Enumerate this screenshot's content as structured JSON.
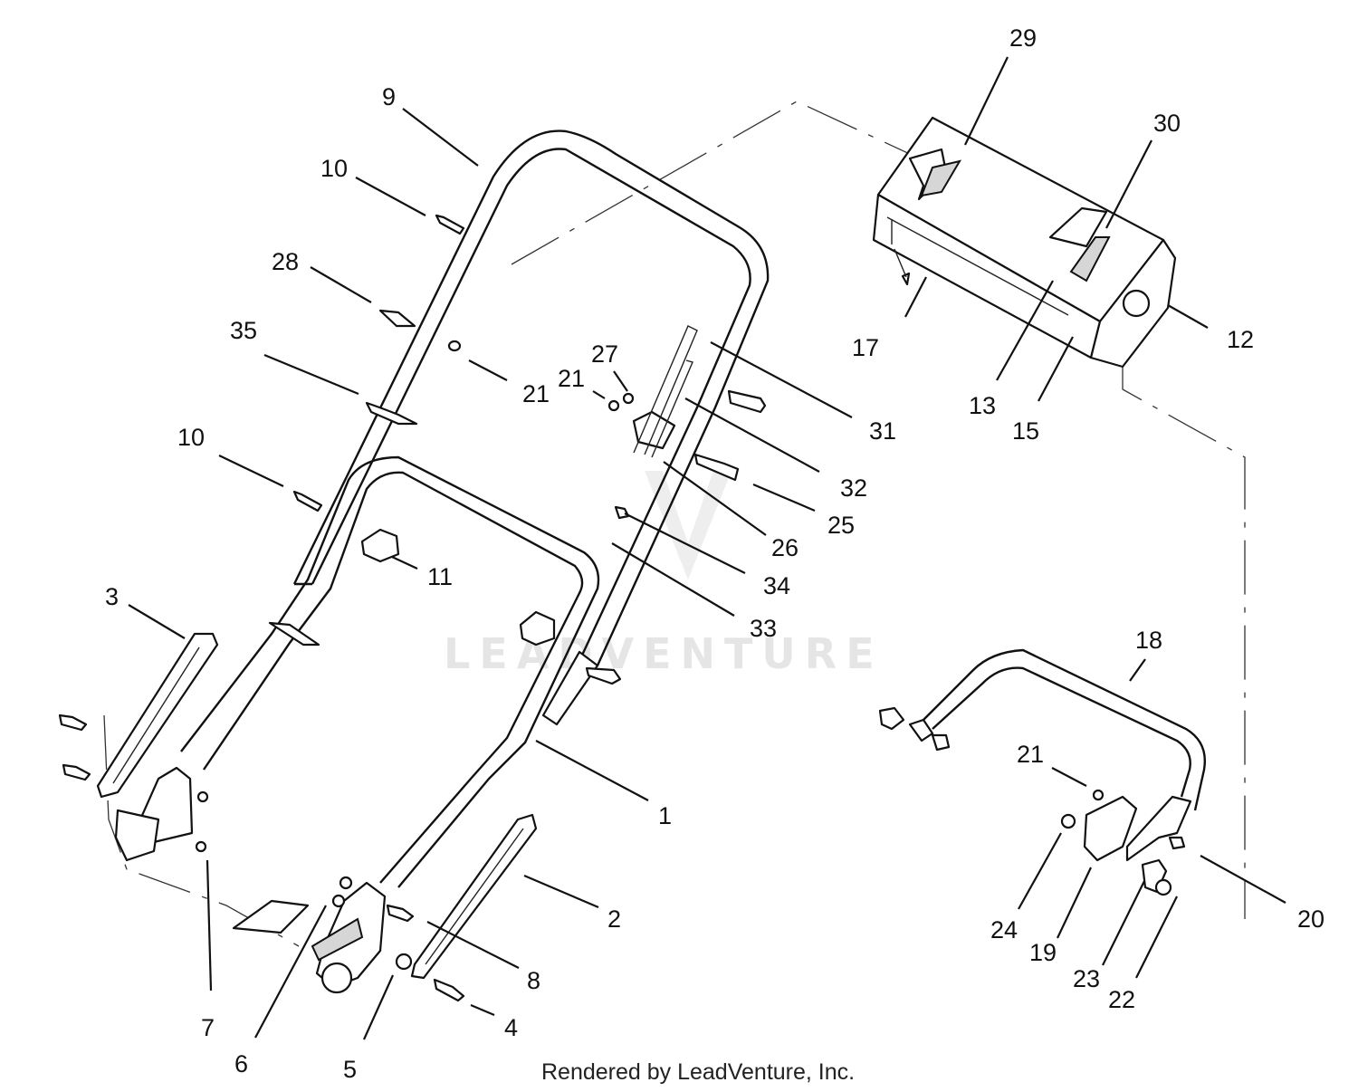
{
  "diagram": {
    "callouts": [
      "1",
      "2",
      "3",
      "4",
      "5",
      "6",
      "7",
      "8",
      "9",
      "10",
      "10",
      "11",
      "12",
      "13",
      "15",
      "17",
      "18",
      "19",
      "20",
      "21",
      "21",
      "21",
      "22",
      "23",
      "24",
      "25",
      "26",
      "27",
      "28",
      "29",
      "30",
      "31",
      "32",
      "33",
      "34",
      "35"
    ],
    "watermark": "LEADVENTURE",
    "credit": "Rendered by LeadVenture, Inc."
  }
}
